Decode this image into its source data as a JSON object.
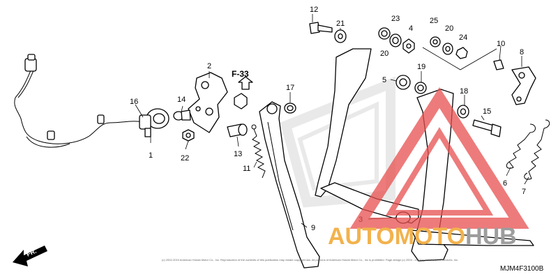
{
  "diagram": {
    "part_numbers": [
      "1",
      "2",
      "3",
      "4",
      "5",
      "6",
      "7",
      "8",
      "9",
      "10",
      "11",
      "12",
      "13",
      "14",
      "15",
      "16",
      "17",
      "18",
      "19",
      "20",
      "20",
      "21",
      "22",
      "23",
      "24",
      "25"
    ],
    "reference": "F-33",
    "diagram_code": "MJM4F3100B",
    "direction": "FR.",
    "copyright": "(c) 2002-2019 American Honda Motor Co., Inc. Reproduction of the contents of this publication may violate copyright law. All portions of American Honda Motor Co., Inc is prohibited. Page design (c) 2004 - 2017 by ARI Network Services, Inc.",
    "watermark": {
      "part1": "AUTOMOTO",
      "part2": "HUB"
    }
  },
  "colors": {
    "watermark_triangle": "#e8504f",
    "watermark_text_orange": "#f2b24c",
    "watermark_text_gray": "#9d9d9d",
    "line": "#000000"
  }
}
